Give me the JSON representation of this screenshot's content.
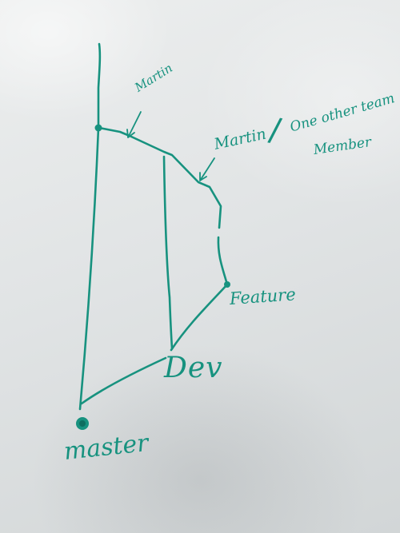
{
  "diagram": {
    "ink_color": "#17927f",
    "board_color": "#e3e6e7",
    "labels": {
      "martin_top": "Martin",
      "martin_mid": "Martin",
      "slash": "/",
      "other_member_line1": "One other team",
      "other_member_line2": "Member",
      "feature": "Feature",
      "dev": "Dev",
      "master": "master"
    }
  }
}
